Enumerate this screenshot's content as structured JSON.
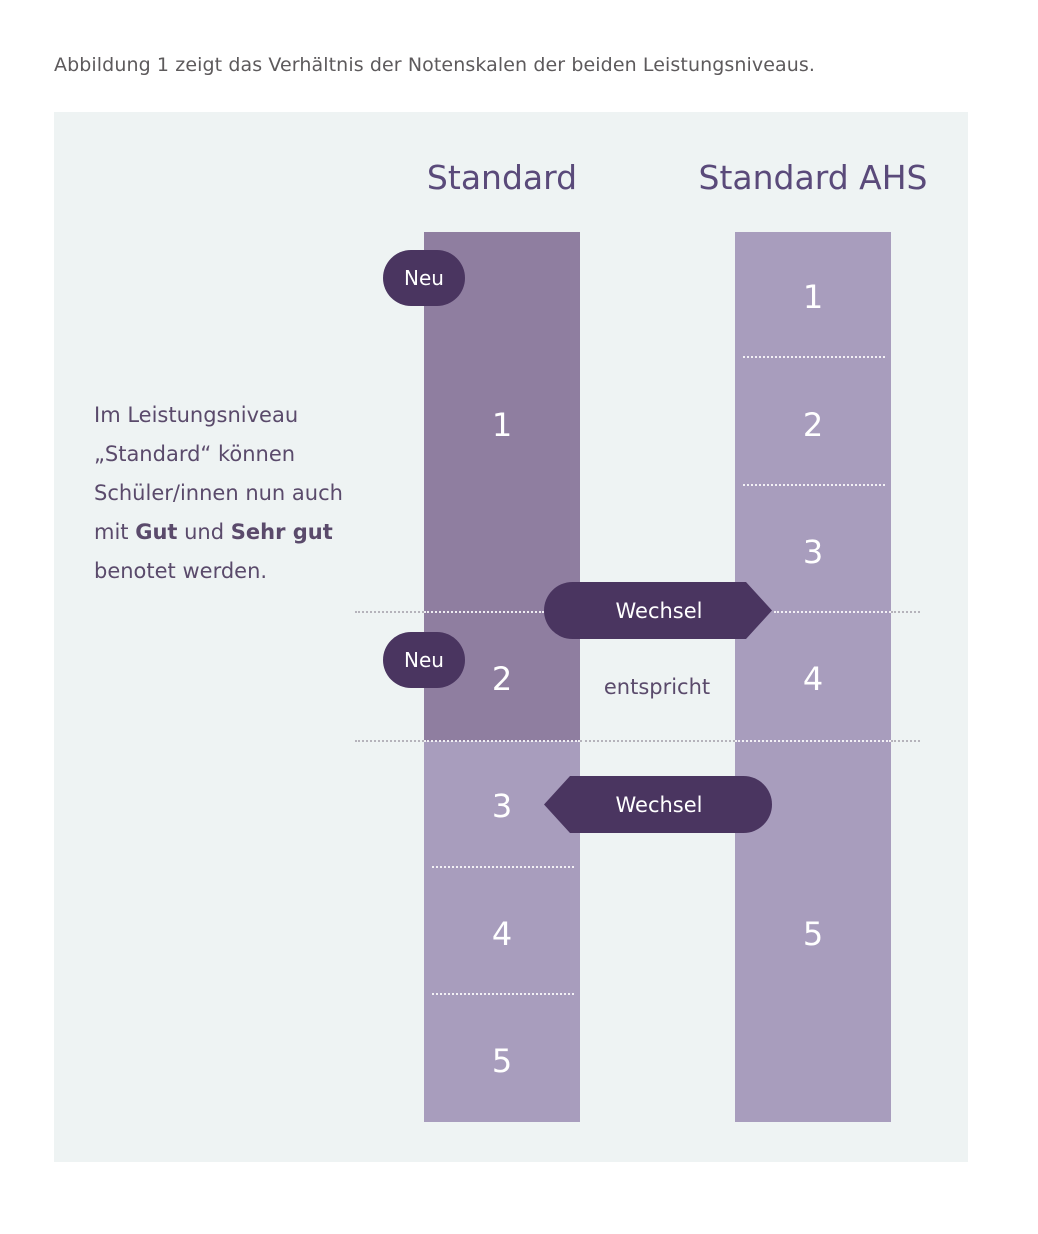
{
  "caption": "Abbildung 1 zeigt das Verhältnis der Notenskalen der beiden Leistungsniveaus.",
  "description": {
    "line1": "Im Leistungsniveau",
    "line2": "„Standard“ können",
    "line3": "Schüler/innen nun auch",
    "line4_a": "mit ",
    "line4_b": "Gut",
    "line4_c": " und ",
    "line4_d": "Sehr gut",
    "line5": "benotet werden."
  },
  "columns": {
    "standard": {
      "title": "Standard",
      "grades": [
        "1",
        "2",
        "3",
        "4",
        "5"
      ]
    },
    "standard_ahs": {
      "title": "Standard AHS",
      "grades": [
        "1",
        "2",
        "3",
        "4",
        "5"
      ]
    }
  },
  "badges": {
    "new_top": "Neu",
    "new_mid": "Neu"
  },
  "connectors": {
    "switch_up": "Wechsel",
    "equivalent": "entspricht",
    "switch_down": "Wechsel"
  },
  "colors": {
    "standard_new_segment": "#8f7ea0",
    "bar_light": "#a89dbd",
    "badge": "#4a3560",
    "panel": "#eef3f3"
  }
}
